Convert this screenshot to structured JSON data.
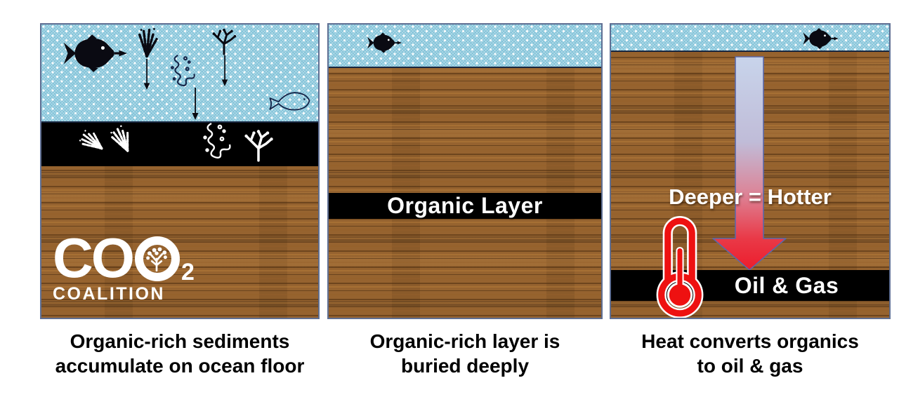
{
  "panels": [
    {
      "caption_line1": "Organic-rich sediments",
      "caption_line2": "accumulate on ocean floor"
    },
    {
      "caption_line1": "Organic-rich layer is",
      "caption_line2": "buried deeply",
      "band_label": "Organic Layer"
    },
    {
      "caption_line1": "Heat converts organics",
      "caption_line2": "to oil & gas",
      "heat_label": "Deeper = Hotter",
      "band_label": "Oil & Gas"
    }
  ],
  "logo": {
    "co": "CO",
    "subscript": "2",
    "word": "COALITION"
  },
  "icons": {
    "fish_solid": "fish-icon",
    "fish_outline": "fish-outline-icon",
    "seaweed": "seaweed-sprig-icon",
    "coral": "coral-icon",
    "plankton": "plankton-chain-icon",
    "fall_arrow": "falling-arrow-icon",
    "heat_arrow": "heat-gradient-arrow-icon",
    "thermometer": "thermometer-icon",
    "tree": "tree-icon"
  },
  "colors": {
    "water": "#7fc2d8",
    "sediment": "#96632f",
    "organic_band": "#000000",
    "panel_border": "#5f6f93",
    "caption_text": "#000000",
    "band_text": "#ffffff",
    "arrow_gradient_top": "#c8d4eb",
    "arrow_gradient_bottom": "#ed1c2b",
    "thermometer_red": "#ee1111",
    "logo": "#ffffff"
  }
}
